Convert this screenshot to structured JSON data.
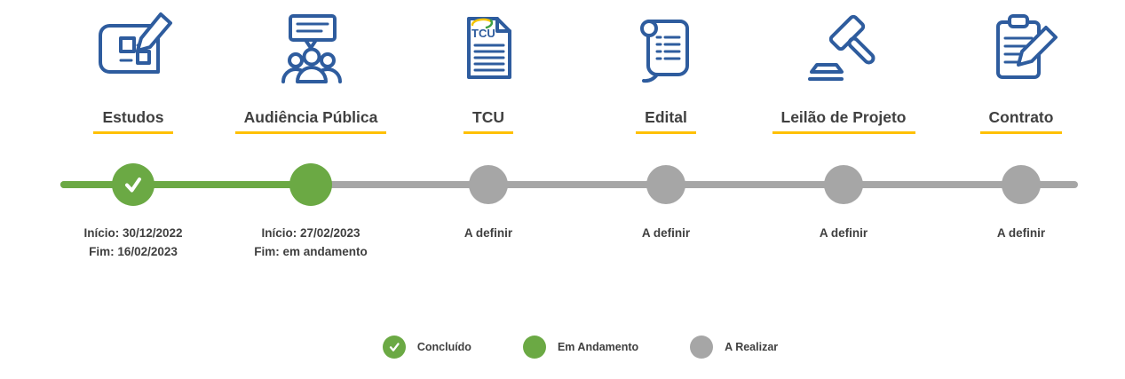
{
  "stages": [
    {
      "label": "Estudos",
      "status": "done",
      "line1": "Início: 30/12/2022",
      "line2": "Fim: 16/02/2023"
    },
    {
      "label": "Audiência Pública",
      "status": "in_progress",
      "line1": "Início: 27/02/2023",
      "line2": "Fim: em andamento"
    },
    {
      "label": "TCU",
      "status": "todo",
      "line1": "A definir"
    },
    {
      "label": "Edital",
      "status": "todo",
      "line1": "A definir"
    },
    {
      "label": "Leilão de Projeto",
      "status": "todo",
      "line1": "A definir"
    },
    {
      "label": "Contrato",
      "status": "todo",
      "line1": "A definir"
    }
  ],
  "legend": [
    {
      "label": "Concluído",
      "status": "done"
    },
    {
      "label": "Em Andamento",
      "status": "in_progress"
    },
    {
      "label": "A Realizar",
      "status": "todo"
    }
  ],
  "icons": {
    "tcu_text": "TCU"
  },
  "colors": {
    "green": "#6BA944",
    "gray": "#A6A6A6",
    "icon_blue": "#2E5C9E",
    "underline_yellow": "#FFC000",
    "text_dark": "#3F3F3F"
  }
}
